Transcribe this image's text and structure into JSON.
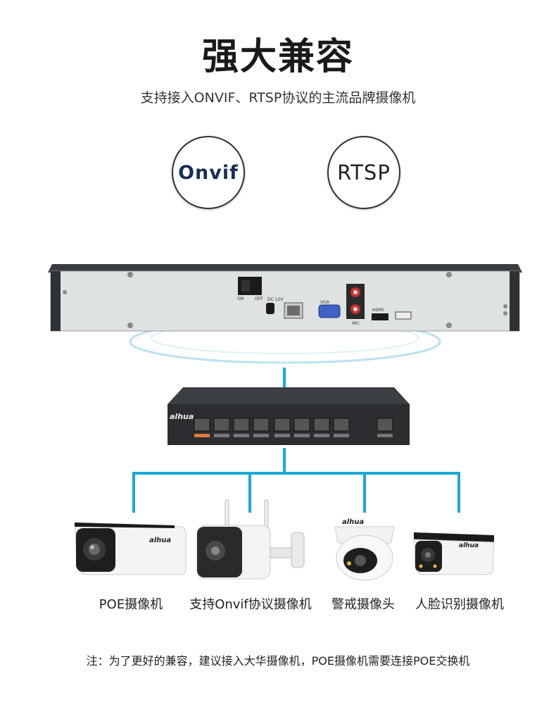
{
  "header": {
    "title": "强大兼容",
    "subtitle": "支持接入ONVIF、RTSP协议的主流品牌摄像机"
  },
  "protocols": {
    "onvif_logo": "Onvif",
    "rtsp_label": "RTSP"
  },
  "nvr_panel": {
    "switch_on": "ON",
    "switch_off": "OFF",
    "dc_label": "DC 12V",
    "vga_label": "VGA",
    "hdmi_label": "HDMI",
    "mic_label": "MIC"
  },
  "poe_switch": {
    "brand": "alhua"
  },
  "cameras": [
    {
      "label": "POE摄像机",
      "brand": "alhua"
    },
    {
      "label": "支持Onvif协议摄像机"
    },
    {
      "label": "警戒摄像头",
      "brand": "alhua"
    },
    {
      "label": "人脸识别摄像机",
      "brand": "alhua"
    }
  ],
  "footer": {
    "note": "注：为了更好的兼容，建议接入大华摄像机，POE摄像机需要连接POE交换机"
  },
  "colors": {
    "connector_line": "#1aa8d6",
    "nvr_body": "#d9dcdc",
    "switch_body": "#2b2d30"
  }
}
